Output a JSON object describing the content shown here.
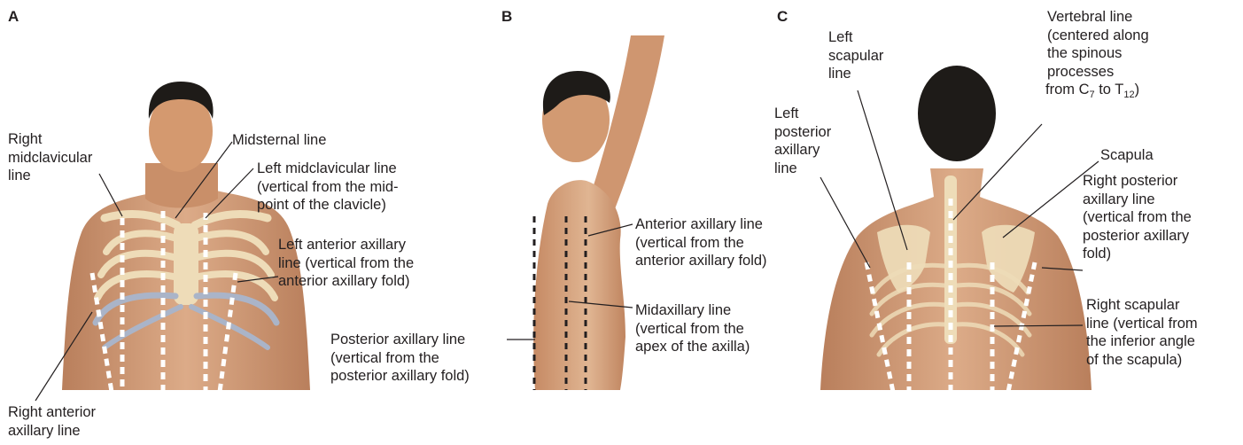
{
  "panels": {
    "a": {
      "letter": "A",
      "labels": {
        "right_midclavicular": [
          "Right",
          "midclavicular",
          "line"
        ],
        "midsternal": [
          "Midsternal line"
        ],
        "left_midclavicular": [
          "Left midclavicular line",
          "(vertical from the mid-",
          "point of the clavicle)"
        ],
        "left_anterior_axillary": [
          "Left anterior axillary",
          "line (vertical from the",
          "anterior axillary fold)"
        ],
        "right_anterior_axillary": [
          "Right anterior",
          "axillary line"
        ]
      }
    },
    "b": {
      "letter": "B",
      "labels": {
        "anterior_axillary": [
          "Anterior axillary line",
          "(vertical from the",
          "anterior axillary fold)"
        ],
        "midaxillary": [
          "Midaxillary line",
          "(vertical from the",
          "apex of the axilla)"
        ],
        "posterior_axillary": [
          "Posterior axillary line",
          "(vertical from the",
          "posterior axillary fold)"
        ]
      }
    },
    "c": {
      "letter": "C",
      "labels": {
        "left_scapular": [
          "Left",
          "scapular",
          "line"
        ],
        "vertebral": [
          "Vertebral line",
          "(centered along",
          "the spinous",
          "processes"
        ],
        "vertebral_range": {
          "from": "from C",
          "from_sub": "7",
          "to": " to T",
          "to_sub": "12",
          "close": ")"
        },
        "scapula": [
          "Scapula"
        ],
        "left_posterior_axillary": [
          "Left",
          "posterior",
          "axillary",
          "line"
        ],
        "right_posterior_axillary": [
          "Right posterior",
          "axillary line",
          "(vertical from the",
          "posterior axillary",
          "fold)"
        ],
        "right_scapular": [
          "Right scapular",
          "line (vertical from",
          "the inferior angle",
          "of the scapula)"
        ]
      }
    }
  },
  "colors": {
    "skin": "#d9a27c",
    "skin_shadow": "#b97f5c",
    "hair": "#1e1b18",
    "bone": "#eedcb8",
    "cartilage": "#aab4c8",
    "guide_white": "#ffffff",
    "guide_black": "#231f20",
    "text": "#231f20"
  }
}
